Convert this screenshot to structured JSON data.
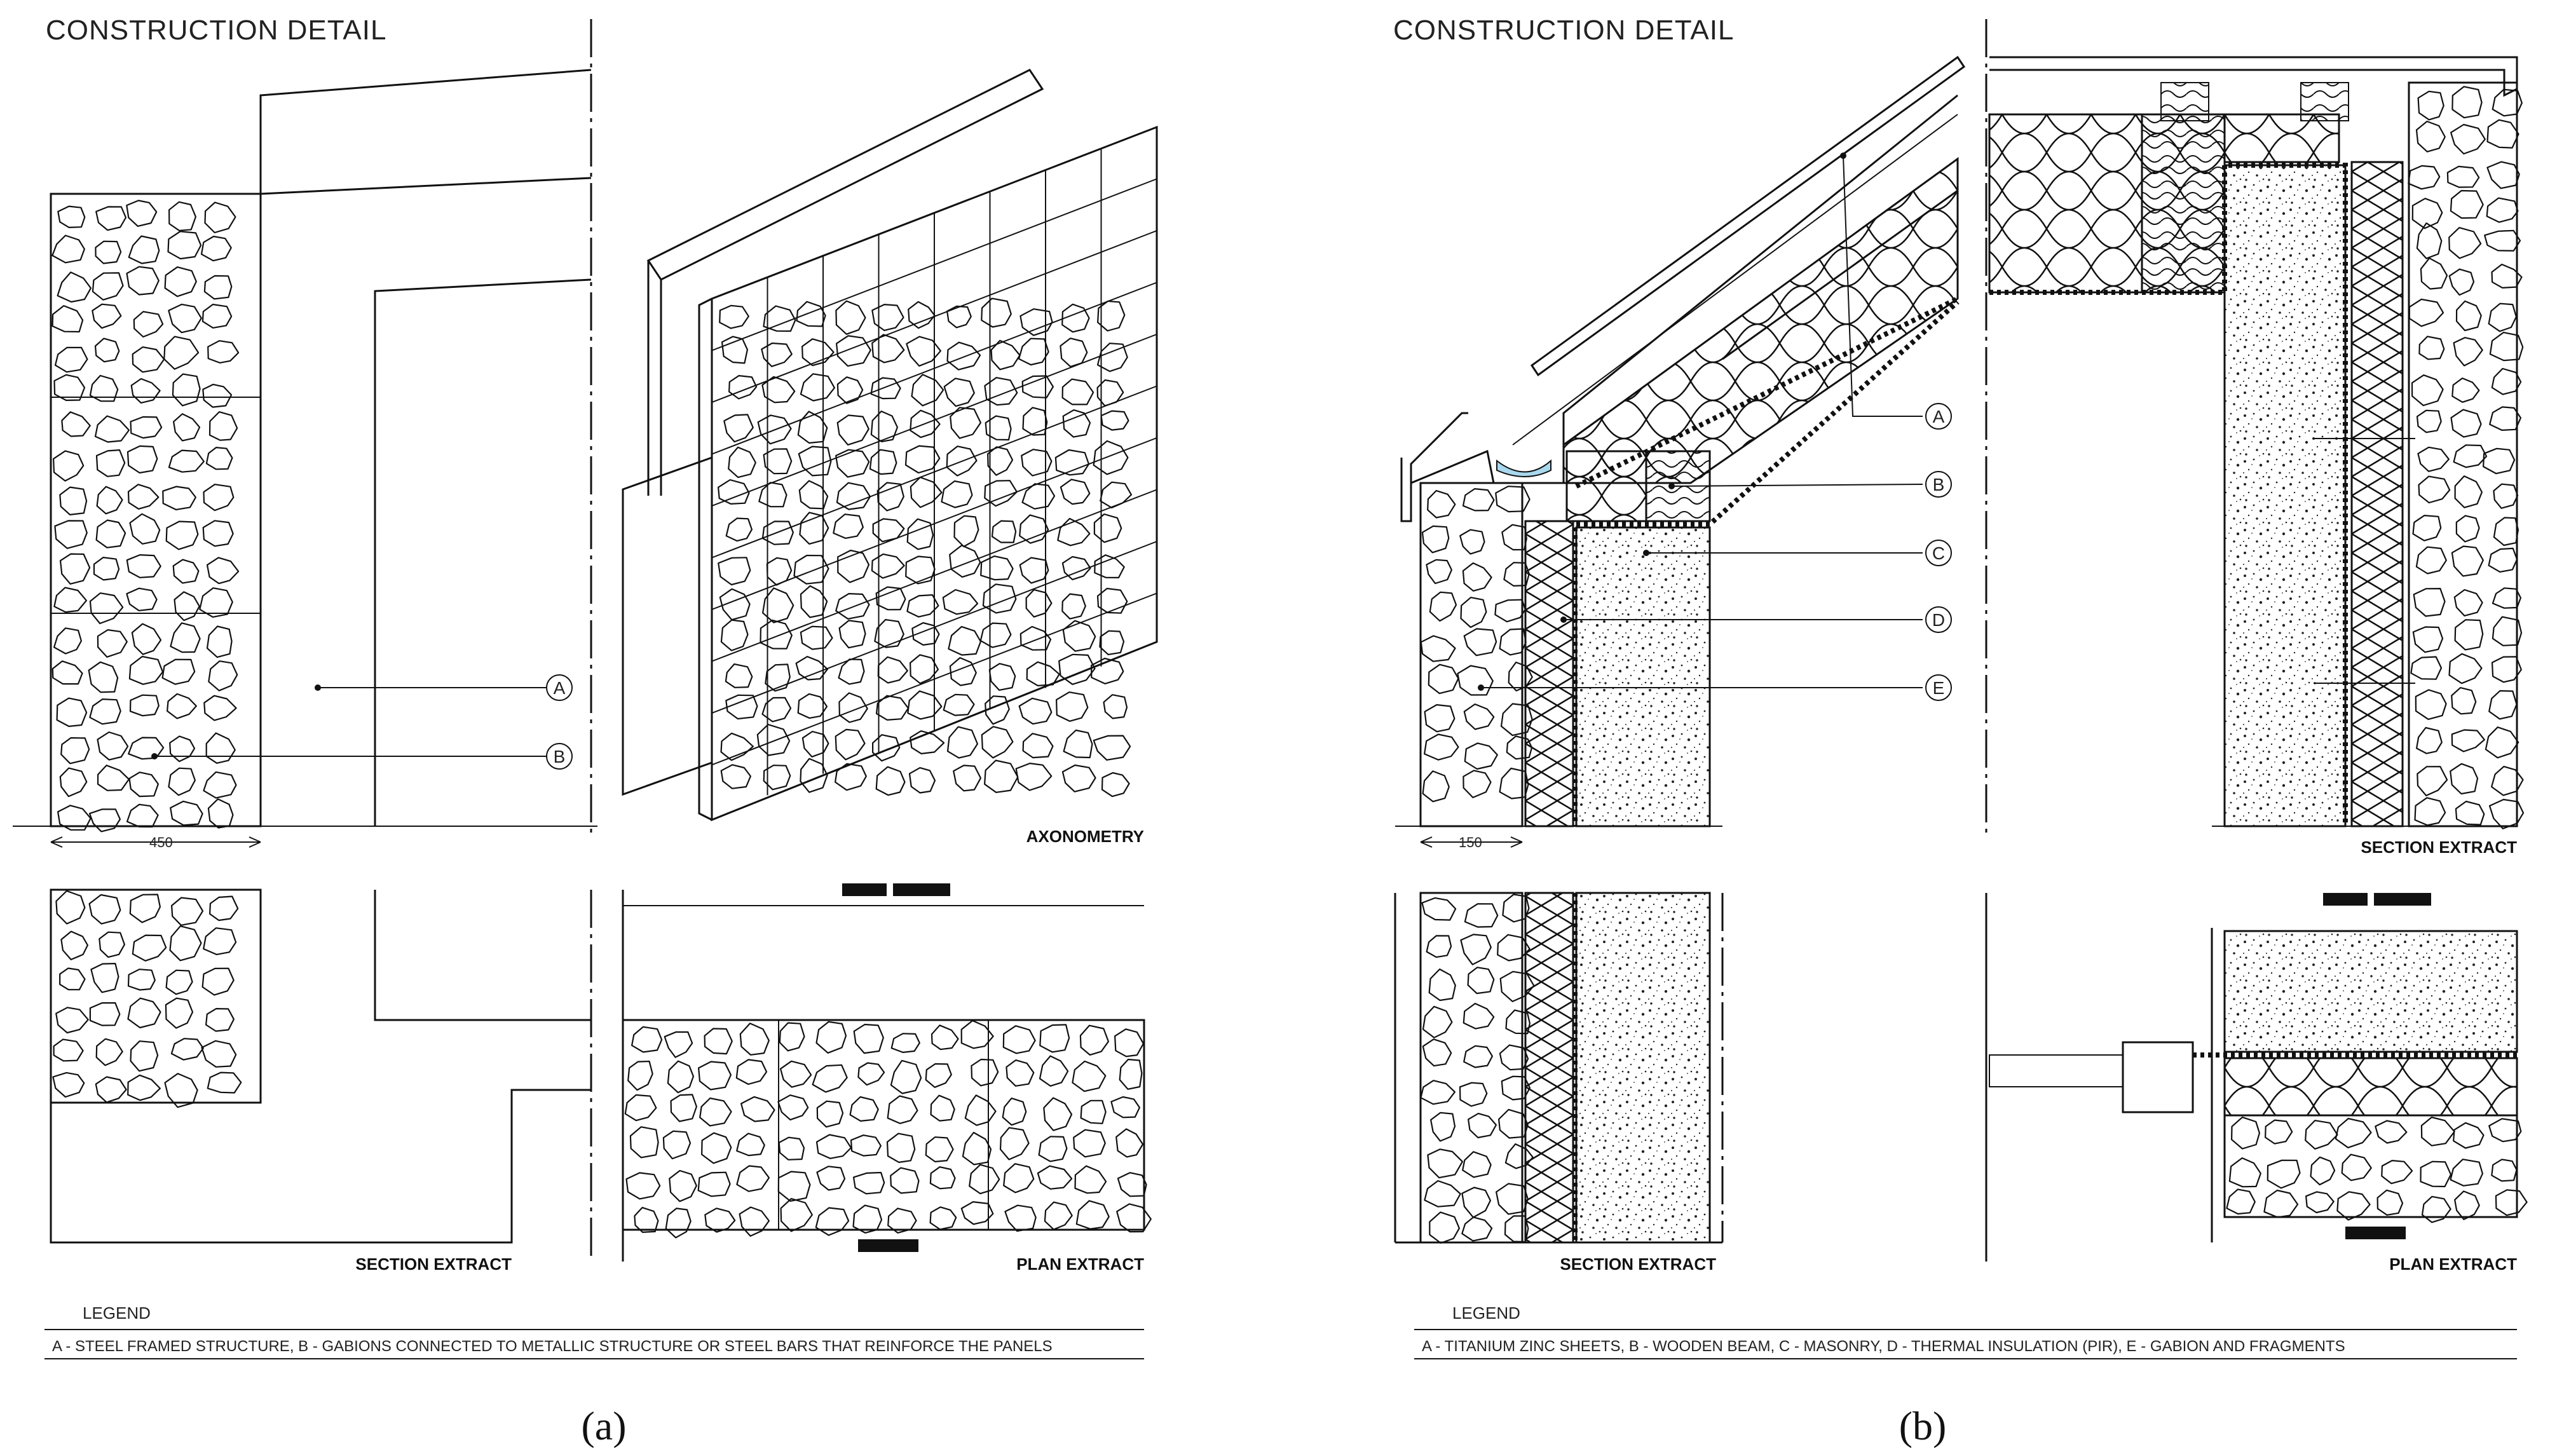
{
  "panel_a": {
    "heading": "CONSTRUCTION DETAIL",
    "callouts": [
      "A",
      "B"
    ],
    "dimension": "450",
    "labels": {
      "axonometry": "AXONOMETRY",
      "section": "SECTION EXTRACT",
      "plan": "PLAN EXTRACT"
    },
    "legend_title": "LEGEND",
    "legend_text": "A - STEEL FRAMED STRUCTURE, B - GABIONS CONNECTED TO METALLIC STRUCTURE OR STEEL BARS THAT REINFORCE THE PANELS",
    "caption": "(a)"
  },
  "panel_b": {
    "heading": "CONSTRUCTION DETAIL",
    "callouts": [
      "A",
      "B",
      "C",
      "D",
      "E"
    ],
    "dimension": "150",
    "labels": {
      "section_top": "SECTION EXTRACT",
      "section_bottom": "SECTION EXTRACT",
      "plan": "PLAN EXTRACT"
    },
    "legend_title": "LEGEND",
    "legend_text": "A - TITANIUM ZINC SHEETS, B - WOODEN BEAM, C - MASONRY, D - THERMAL INSULATION (PIR), E - GABION AND FRAGMENTS",
    "caption": "(b)"
  },
  "colors": {
    "ink": "#111111",
    "water": "#a8d8ee"
  }
}
